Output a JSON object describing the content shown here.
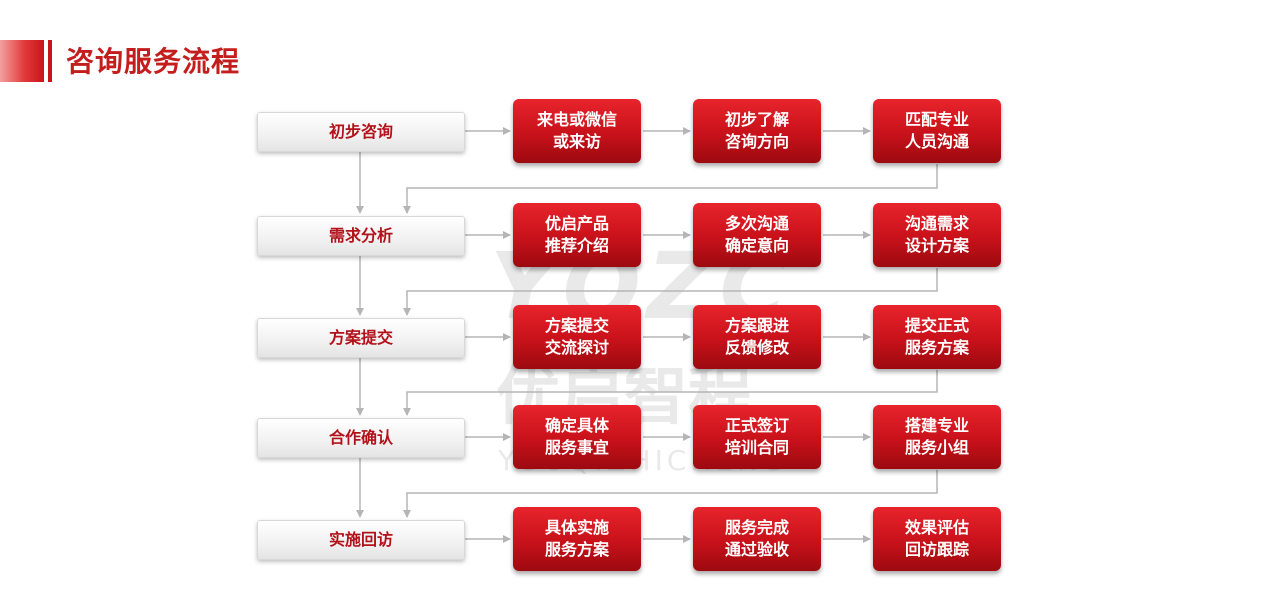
{
  "page_title": "咨询服务流程",
  "watermark": {
    "logo": "YQZC",
    "cn": "优启智程",
    "en": "YOUQIZHICHENG"
  },
  "stages": [
    {
      "label": "初步咨询",
      "steps": [
        [
          "来电或微信",
          "或来访"
        ],
        [
          "初步了解",
          "咨询方向"
        ],
        [
          "匹配专业",
          "人员沟通"
        ]
      ]
    },
    {
      "label": "需求分析",
      "steps": [
        [
          "优启产品",
          "推荐介绍"
        ],
        [
          "多次沟通",
          "确定意向"
        ],
        [
          "沟通需求",
          "设计方案"
        ]
      ]
    },
    {
      "label": "方案提交",
      "steps": [
        [
          "方案提交",
          "交流探讨"
        ],
        [
          "方案跟进",
          "反馈修改"
        ],
        [
          "提交正式",
          "服务方案"
        ]
      ]
    },
    {
      "label": "合作确认",
      "steps": [
        [
          "确定具体",
          "服务事宜"
        ],
        [
          "正式签订",
          "培训合同"
        ],
        [
          "搭建专业",
          "服务小组"
        ]
      ]
    },
    {
      "label": "实施回访",
      "steps": [
        [
          "具体实施",
          "服务方案"
        ],
        [
          "服务完成",
          "通过验收"
        ],
        [
          "效果评估",
          "回访跟踪"
        ]
      ]
    }
  ],
  "colors": {
    "accent": "#c8141b",
    "title": "#c41d1d",
    "connector": "#b5b5b5"
  }
}
